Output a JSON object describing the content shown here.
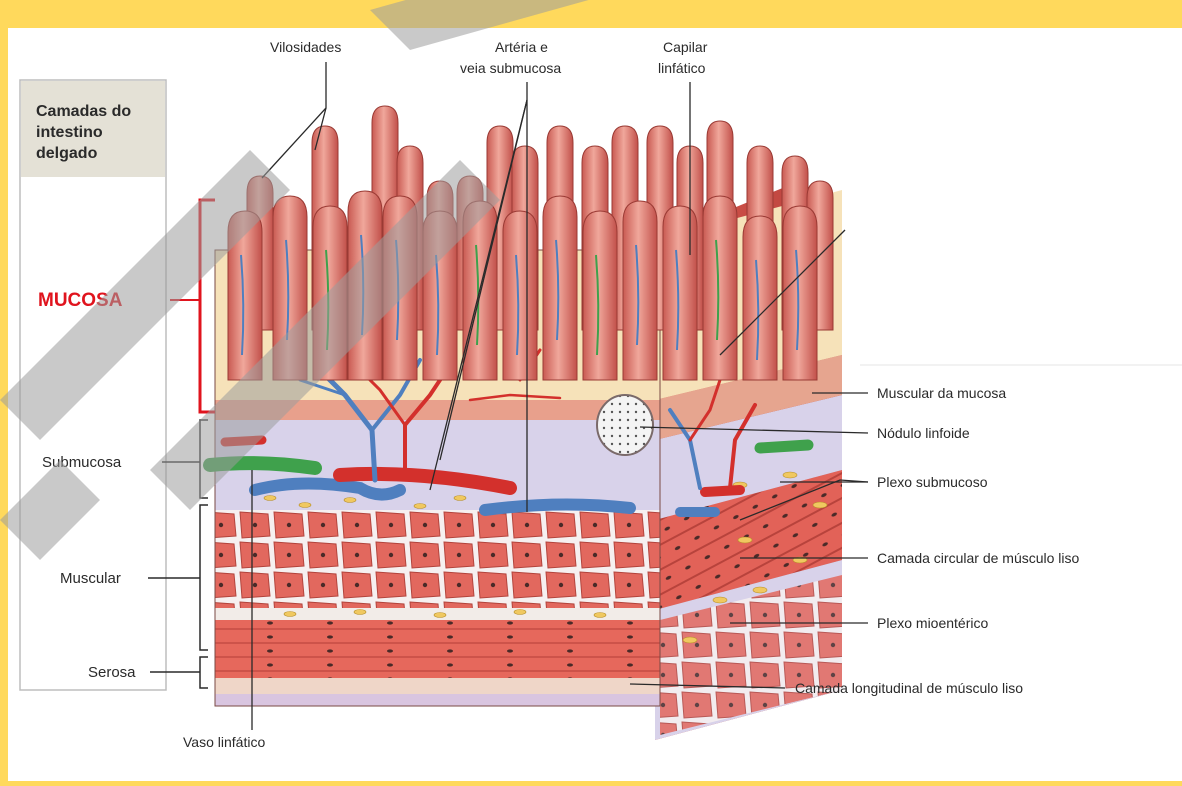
{
  "sidebar": {
    "header": [
      "Camadas do",
      "intestino",
      "delgado"
    ],
    "mucosa": "MUCOSA",
    "submucosa": "Submucosa",
    "muscular": "Muscular",
    "serosa": "Serosa"
  },
  "top_labels": {
    "vilosidades": "Vilosidades",
    "arteria": [
      "Artéria e",
      "veia submucosa"
    ],
    "capilar": [
      "Capilar",
      "linfático"
    ]
  },
  "right_labels": {
    "muscular_mucosa": "Muscular da mucosa",
    "nodulo": "Nódulo linfoide",
    "plexo_sub": "Plexo submucoso",
    "circular": "Camada circular de músculo liso",
    "mioenterico": "Plexo mioentérico",
    "longitudinal": "Camada longitudinal de músculo liso"
  },
  "bottom_labels": {
    "vaso": "Vaso linfático"
  },
  "colors": {
    "frame": "#ffd95c",
    "mucosa_accent": "#e0141e",
    "villus": "#e07c72",
    "muscle": "#e8665a",
    "lamina": "#f6e2b9",
    "submucosa": "#d8d2ea",
    "vein": "#4f7fbf",
    "artery": "#d3302c",
    "lymph": "#3fa14c"
  }
}
